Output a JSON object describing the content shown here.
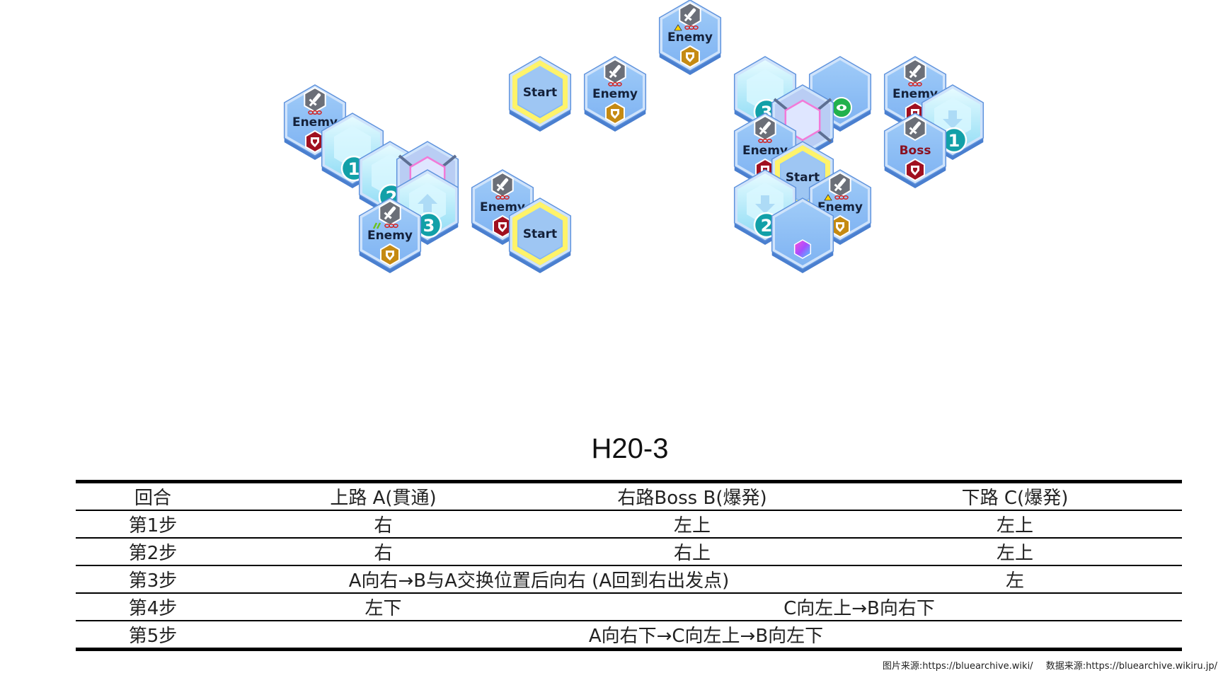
{
  "stage_title": "H20-3",
  "map": {
    "tiles": [
      {
        "name": "enemy-tile-top",
        "kind": "enemy",
        "q": 0,
        "r": 0,
        "label": "Enemy",
        "rank": "gold",
        "alert": true,
        "assist": false
      },
      {
        "name": "start-tile-top-left",
        "kind": "start",
        "q": -2,
        "r": 1,
        "label": "Start"
      },
      {
        "name": "enemy-tile-upper-left",
        "kind": "enemy",
        "q": -1,
        "r": 1,
        "label": "Enemy",
        "rank": "gold",
        "alert": false,
        "assist": false
      },
      {
        "name": "warp-tile-3-upper",
        "kind": "warp",
        "q": 1,
        "r": 1,
        "number": "3",
        "arrow": "none"
      },
      {
        "name": "scout-tile",
        "kind": "scout",
        "q": 2,
        "r": 1
      },
      {
        "name": "enemy-tile-upper-right",
        "kind": "enemy",
        "q": 3,
        "r": 1,
        "label": "Enemy",
        "rank": "red",
        "alert": false,
        "assist": false
      },
      {
        "name": "blocked-tile-upper",
        "kind": "blocked",
        "q": 1.5,
        "r": 1.5
      },
      {
        "name": "warp-tile-1-right",
        "kind": "warp",
        "q": 3.5,
        "r": 1.5,
        "number": "1",
        "arrow": "down"
      },
      {
        "name": "enemy-tile-middle",
        "kind": "enemy",
        "q": 1,
        "r": 2,
        "label": "Enemy",
        "rank": "red",
        "alert": false,
        "assist": false
      },
      {
        "name": "boss-tile",
        "kind": "boss",
        "q": 3,
        "r": 2,
        "label": "Boss",
        "rank": "red"
      },
      {
        "name": "start-tile-middle",
        "kind": "start",
        "q": 1.5,
        "r": 2.5,
        "label": "Start"
      },
      {
        "name": "warp-tile-2-lower",
        "kind": "warp",
        "q": 1,
        "r": 3,
        "number": "2",
        "arrow": "down"
      },
      {
        "name": "enemy-tile-lower-right",
        "kind": "enemy",
        "q": 2,
        "r": 3,
        "label": "Enemy",
        "rank": "gold",
        "alert": true,
        "assist": false
      },
      {
        "name": "goal-tile",
        "kind": "goal",
        "q": 1.5,
        "r": 3.5
      },
      {
        "name": "enemy-tile-far-left",
        "kind": "enemy",
        "q": -5,
        "r": 1.5,
        "label": "Enemy",
        "rank": "red",
        "alert": false,
        "assist": false
      },
      {
        "name": "warp-tile-1-left",
        "kind": "warp",
        "q": -4.5,
        "r": 2,
        "number": "1",
        "arrow": "none"
      },
      {
        "name": "warp-tile-2-left",
        "kind": "warp",
        "q": -4,
        "r": 2.5,
        "number": "2",
        "arrow": "none"
      },
      {
        "name": "blocked-tile-left",
        "kind": "blocked",
        "q": -3.5,
        "r": 2.5
      },
      {
        "name": "warp-tile-3-left",
        "kind": "warp",
        "q": -3.5,
        "r": 3,
        "number": "3",
        "arrow": "up"
      },
      {
        "name": "enemy-tile-left-middle",
        "kind": "enemy",
        "q": -2.5,
        "r": 3,
        "label": "Enemy",
        "rank": "red",
        "alert": false,
        "assist": false
      },
      {
        "name": "enemy-tile-bottom-left",
        "kind": "enemy",
        "q": -4,
        "r": 3.5,
        "label": "Enemy",
        "rank": "gold",
        "alert": false,
        "assist": true
      },
      {
        "name": "start-tile-bottom-left",
        "kind": "start",
        "q": -2,
        "r": 3.5,
        "label": "Start"
      }
    ]
  },
  "table": {
    "headers": [
      "回合",
      "上路 A(貫通)",
      "右路Boss B(爆発)",
      "下路 C(爆発)"
    ],
    "rows": [
      {
        "label": "第1步",
        "a": "右",
        "b": "左上",
        "c": "左上"
      },
      {
        "label": "第2步",
        "a": "右",
        "b": "右上",
        "c": "左上"
      },
      {
        "label": "第3步",
        "ab": "A向右→B与A交换位置后向右 (A回到右出发点)",
        "c": "左"
      },
      {
        "label": "第4步",
        "a": "左下",
        "bc": "C向左上→B向右下"
      },
      {
        "label": "第5步",
        "abc": "A向右下→C向左上→B向左下"
      }
    ]
  },
  "credits": {
    "image_source": "图片来源:https://bluearchive.wiki/",
    "data_source": "数据来源:https://bluearchive.wikiru.jp/"
  },
  "colors": {
    "tile_fill": "#7fb3f2",
    "tile_rim": "#cfe3fb",
    "tile_base": "#4a7fcf",
    "warp_fill": "#bff0fb",
    "start_ring": "#fff36a",
    "badge_teal": "#12a0a8",
    "rank_gold": "#c58a12",
    "rank_red": "#a01020",
    "scout_green": "#22b14c",
    "boss_text": "#8a1020"
  }
}
